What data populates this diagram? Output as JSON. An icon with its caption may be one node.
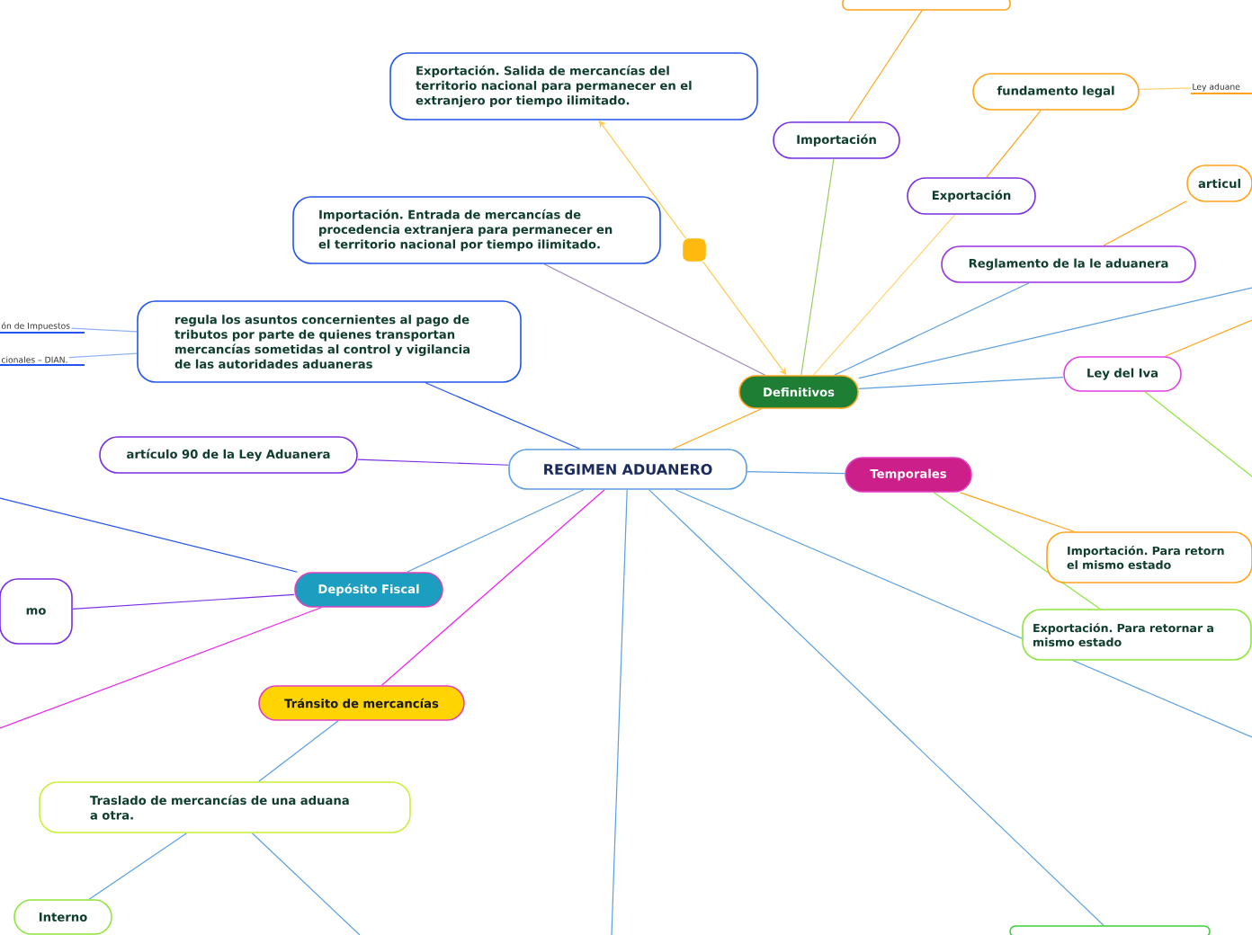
{
  "diagram": {
    "nodes": [
      {
        "text": [
          "REGIMEN ADUANERO"
        ]
      },
      {
        "text": [
          "Definitivos"
        ]
      },
      {
        "text": [
          "Temporales"
        ]
      },
      {
        "text": [
          "Depósito Fiscal"
        ]
      },
      {
        "text": [
          "Tránsito de mercancías"
        ]
      },
      {
        "text": [
          "regula los asuntos concernientes al pago de tributos por parte de quienes transportan mercancías sometidas al control y vigilancia de las autoridades aduaneras"
        ]
      },
      {
        "text": [
          "artículo 90 de la Ley Aduanera"
        ]
      },
      {
        "text": [
          "Importación. Entrada de mercancías de procedencia extranjera para permanecer en el territorio nacional por tiempo ilimitado."
        ]
      },
      {
        "text": [
          "Exportación. Salida de mercancías del territorio nacional para permanecer en el extranjero por tiempo ilimitado."
        ]
      },
      {
        "text": [],
        "shape": "box"
      },
      {
        "text": [
          "Importación"
        ]
      },
      {
        "text": [],
        "shape": "box"
      },
      {
        "text": [
          "Exportación"
        ]
      },
      {
        "text": [
          "fundamento legal"
        ]
      },
      {
        "text": [
          "Ley aduane"
        ]
      },
      {
        "text": [
          "Reglamento de la le aduanera"
        ]
      },
      {
        "text": [
          "articul"
        ]
      },
      {
        "text": [
          "Ley del Iva"
        ]
      },
      {
        "text": [
          "Importación. Para retorn el mismo estado"
        ]
      },
      {
        "text": [
          "Exportación. Para retornar a mismo estado"
        ]
      },
      {
        "text": [
          "Traslado de mercancías de una aduana a otra."
        ]
      },
      {
        "text": [
          "Interno"
        ]
      },
      {
        "text": [
          "mo"
        ]
      },
      {
        "text": [
          "ón de Impuestos"
        ]
      },
      {
        "text": [
          "cionales – DIAN."
        ]
      },
      {
        "text": [],
        "shape": "box"
      }
    ],
    "edges": [
      {
        "from": 0,
        "to": 1,
        "arrow": "none",
        "color": "#ffa31a"
      },
      {
        "from": 0,
        "to": 2,
        "arrow": "none"
      },
      {
        "from": 0,
        "to": 3,
        "arrow": "none"
      },
      {
        "from": 0,
        "to": 4,
        "arrow": "none",
        "color": "#ee22ee"
      },
      {
        "from": 0,
        "to": 5,
        "arrow": "none",
        "color": "#2255ee"
      },
      {
        "from": 0,
        "to": 6,
        "arrow": "none",
        "color": "#7a2ee6"
      },
      {
        "from": 1,
        "to": 7,
        "arrow": "none",
        "color": "#9a86b8"
      },
      {
        "from": 1,
        "to": 10,
        "arrow": "none",
        "color": "#9ccc65"
      },
      {
        "from": 1,
        "to": 12,
        "arrow": "none",
        "color": "#ffd36e"
      },
      {
        "from": 1,
        "to": 15,
        "arrow": "none"
      },
      {
        "from": 1,
        "to": 17,
        "arrow": "none"
      },
      {
        "from": 1,
        "to": null,
        "arrow": "none"
      },
      {
        "from": 9,
        "to": 1,
        "arrow": "to",
        "color": "#ffc94d"
      },
      {
        "from": 9,
        "to": 8,
        "arrow": "to",
        "color": "#ffc94d"
      },
      {
        "from": 10,
        "to": 11,
        "arrow": "none",
        "color": "#ffa31a"
      },
      {
        "from": 12,
        "to": 13,
        "arrow": "none",
        "color": "#ffa31a"
      },
      {
        "from": 13,
        "to": 14,
        "arrow": "none",
        "color": "#ffd36e"
      },
      {
        "from": 15,
        "to": 16,
        "arrow": "none",
        "color": "#ffa31a"
      },
      {
        "from": 17,
        "to": null,
        "arrow": "none",
        "color": "#ffa31a"
      },
      {
        "from": 17,
        "to": null,
        "arrow": "none",
        "color": "#8ee63a"
      },
      {
        "from": 2,
        "to": 18,
        "arrow": "none",
        "color": "#ffa31a"
      },
      {
        "from": 2,
        "to": 19,
        "arrow": "none",
        "color": "#8ee63a"
      },
      {
        "from": 0,
        "to": null,
        "arrow": "none"
      },
      {
        "from": 0,
        "to": 25,
        "arrow": "none"
      },
      {
        "from": 0,
        "to": null,
        "arrow": "none"
      },
      {
        "from": 3,
        "to": null,
        "arrow": "none",
        "color": "#2255ee"
      },
      {
        "from": 3,
        "to": 22,
        "arrow": "none",
        "color": "#7a2ee6"
      },
      {
        "from": 3,
        "to": null,
        "arrow": "none",
        "color": "#ee22ee"
      },
      {
        "from": 4,
        "to": 20,
        "arrow": "none"
      },
      {
        "from": 20,
        "to": 21,
        "arrow": "none"
      },
      {
        "from": 20,
        "to": null,
        "arrow": "none"
      },
      {
        "from": 5,
        "to": 23,
        "arrow": "none",
        "color": "#8fb3f5"
      },
      {
        "from": 5,
        "to": 24,
        "arrow": "none",
        "color": "#8fb3f5"
      }
    ]
  }
}
